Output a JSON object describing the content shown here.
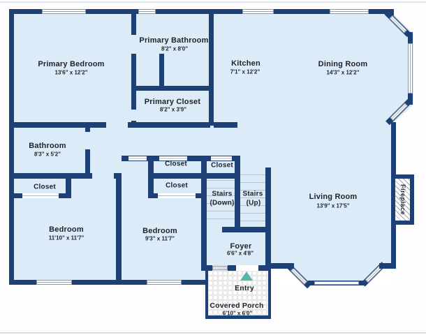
{
  "rooms": {
    "primary_bedroom": {
      "name": "Primary Bedroom",
      "dims": "13'6\" x 12'2\""
    },
    "primary_bathroom": {
      "name": "Primary Bathroom",
      "dims": "8'2\" x 8'0\""
    },
    "primary_closet": {
      "name": "Primary Closet",
      "dims": "8'2\" x 3'9\""
    },
    "kitchen": {
      "name": "Kitchen",
      "dims": "7'1\" x 12'2\""
    },
    "dining_room": {
      "name": "Dining Room",
      "dims": "14'3\" x 12'2\""
    },
    "bathroom": {
      "name": "Bathroom",
      "dims": "8'3\" x 5'2\""
    },
    "living_room": {
      "name": "Living Room",
      "dims": "13'9\" x 17'5\""
    },
    "bedroom_left": {
      "name": "Bedroom",
      "dims": "11'10\" x 11'7\""
    },
    "bedroom_middle": {
      "name": "Bedroom",
      "dims": "9'3\" x 11'7\""
    },
    "foyer": {
      "name": "Foyer",
      "dims": "6'6\" x 4'8\""
    },
    "covered_porch": {
      "name": "Covered Porch",
      "dims": "6'10\" x 6'0\""
    }
  },
  "labels": {
    "closet": "Closet",
    "stairs_down_line1": "Stairs",
    "stairs_down_line2": "(Down)",
    "stairs_up_line1": "Stairs",
    "stairs_up_line2": "(Up)",
    "entry": "Entry",
    "fireplace": "Fireplace"
  },
  "colors": {
    "wall": "#1d4177",
    "floor": "#dcebf8",
    "window": "#ffffff",
    "entry_arrow": "#53b8a4",
    "text": "#1e222a"
  }
}
